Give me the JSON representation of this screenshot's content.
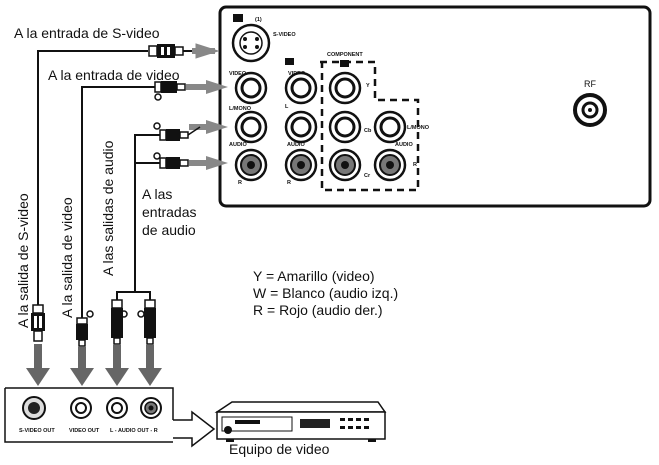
{
  "labels": {
    "s_video_input": "A la entrada de S-video",
    "video_input": "A la entrada de video",
    "s_video_output": "A la salida de S-video",
    "video_output": "A la salida de video",
    "audio_outputs": "A las salidas de audio",
    "audio_inputs_line1": "A las",
    "audio_inputs_line2": "entradas",
    "audio_inputs_line3": "de audio",
    "equipment": "Equipo de video"
  },
  "legend": {
    "y": "Y = Amarillo (video)",
    "w": "W = Blanco (audio izq.)",
    "r": "R = Rojo (audio der.)"
  },
  "tv_panel": {
    "s_video_port": "S-VIDEO",
    "input_number": "(1)",
    "component": "COMPONENT",
    "video_1": "VIDEO",
    "video_2": "VIDEO",
    "lmono_1": "L/MONO",
    "l_2": "L",
    "audio_1": "AUDIO",
    "audio_2": "AUDIO",
    "r_1": "R",
    "r_2": "R",
    "y": "Y",
    "cb": "Cb",
    "cr": "Cr",
    "lmono_comp": "L/MONO",
    "audio_comp": "AUDIO",
    "r_comp": "R",
    "rf": "RF"
  },
  "vcr_panel": {
    "s_video_out": "S-VIDEO OUT",
    "video_out": "VIDEO OUT",
    "audio_out": "L - AUDIO OUT - R"
  }
}
